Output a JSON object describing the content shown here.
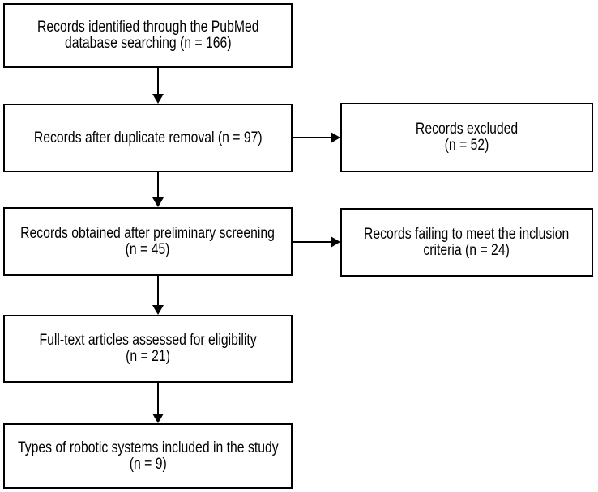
{
  "figure": {
    "type": "flowchart",
    "description": "Study selection flow diagram (PRISMA-style) for a PubMed literature review"
  },
  "colors": {
    "border": "#000000",
    "text": "#000000",
    "background": "#ffffff"
  },
  "flow": {
    "identification": {
      "lines": [
        "Records identified through the PubMed",
        "database searching (n = 166)"
      ],
      "n": 166
    },
    "deduplication": {
      "lines": [
        "Records after duplicate removal (n = 97)"
      ],
      "n": 97
    },
    "excluded": {
      "lines": [
        "Records excluded",
        "(n = 52)"
      ],
      "n": 52
    },
    "screening": {
      "lines": [
        "Records obtained after preliminary screening",
        "(n = 45)"
      ],
      "n": 45
    },
    "inclusion_failure": {
      "lines": [
        "Records failing to meet the inclusion",
        "criteria (n = 24)"
      ],
      "n": 24
    },
    "full_text": {
      "lines": [
        "Full-text articles assessed for eligibility",
        "(n = 21)"
      ],
      "n": 21
    },
    "included": {
      "lines": [
        "Types of robotic systems included in the study",
        "(n = 9)"
      ],
      "n": 9
    },
    "edges": [
      {
        "from": "identification",
        "to": "deduplication"
      },
      {
        "from": "deduplication",
        "to": "excluded"
      },
      {
        "from": "deduplication",
        "to": "screening"
      },
      {
        "from": "screening",
        "to": "inclusion_failure"
      },
      {
        "from": "screening",
        "to": "full_text"
      },
      {
        "from": "full_text",
        "to": "included"
      }
    ]
  }
}
